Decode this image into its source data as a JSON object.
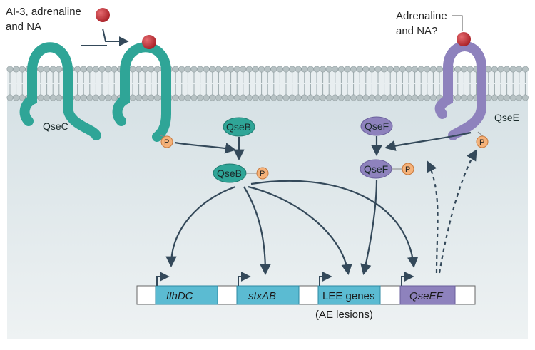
{
  "signals": {
    "left_text": [
      "AI-3, adrenaline",
      "and NA"
    ],
    "right_text": [
      "Adrenaline",
      "and NA?"
    ]
  },
  "receptors": {
    "left": "QseC",
    "right": "QseE"
  },
  "proteins": {
    "qseb": "QseB",
    "qseb_p": "QseB",
    "qsef": "QseF",
    "qsef_p": "QseF",
    "phospho": "P"
  },
  "genes": [
    {
      "label": "flhDC",
      "italic": true
    },
    {
      "label": "stxAB",
      "italic": true
    },
    {
      "label": "LEE genes",
      "italic": false
    },
    {
      "label": "QseEF",
      "italic": true
    }
  ],
  "gene_note": "(AE lesions)",
  "colors": {
    "membrane_bg": "#dde6e9",
    "head": "#b7c2c4",
    "qsec": "#2fa597",
    "qsee": "#8e82bd",
    "ligand": "#c52e34",
    "phospho": "#f5b27a",
    "gene_blue": "#5bbbd2",
    "gene_purple": "#8e82bd",
    "arrow": "#34495a"
  }
}
